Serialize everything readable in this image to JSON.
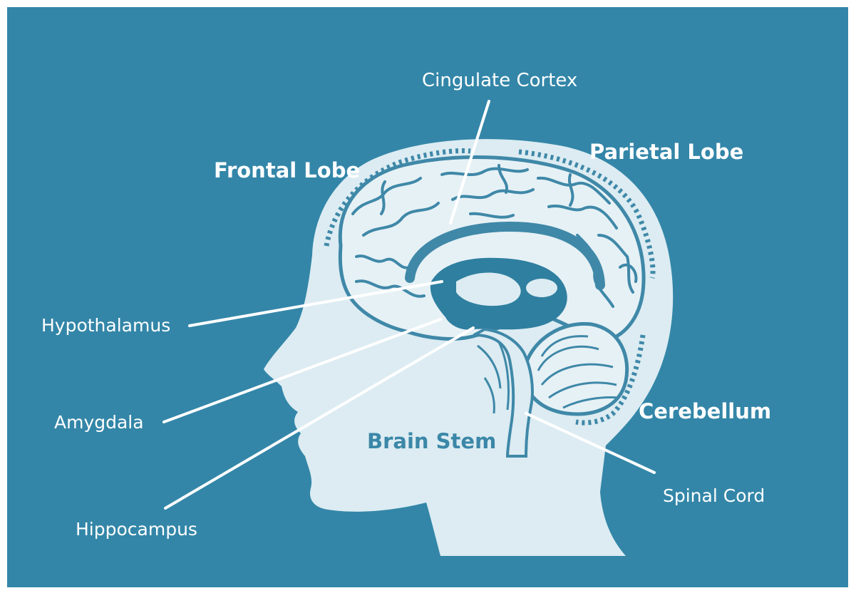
{
  "colors": {
    "background": "#3386a8",
    "silhouette": "#dcecf2",
    "brain_line": "#3f88a8",
    "dark_region": "#2f7fa0",
    "label_text": "#ffffff",
    "inner_label_text": "#3b87a8"
  },
  "labels": {
    "cingulate_cortex": "Cingulate Cortex",
    "frontal_lobe": "Frontal Lobe",
    "parietal_lobe": "Parietal Lobe",
    "hypothalamus": "Hypothalamus",
    "amygdala": "Amygdala",
    "hippocampus": "Hippocampus",
    "brain_stem": "Brain Stem",
    "cerebellum": "Cerebellum",
    "spinal_cord": "Spinal Cord"
  }
}
